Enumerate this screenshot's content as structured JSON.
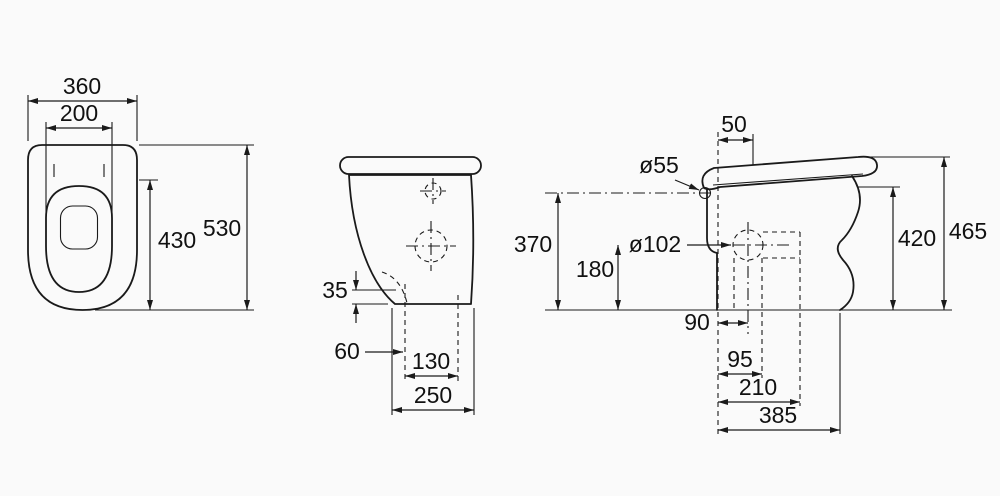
{
  "colors": {
    "ink": "#1a1a1a",
    "background": "#fafafa"
  },
  "top_view": {
    "overall_width": "360",
    "seat_opening_width": "200",
    "bowl_depth": "430",
    "overall_depth": "530"
  },
  "front_view": {
    "trap_height": "35",
    "side_offset": "60",
    "outlet_spacing": "130",
    "base_width": "250"
  },
  "side_view": {
    "rear_gap": "50",
    "inlet_diameter": "ø55",
    "inlet_height": "370",
    "outlet_diameter": "ø102",
    "outlet_height": "180",
    "outlet_rear_offset": "90",
    "vertical_outlet_offset": "95",
    "fixing_depth": "210",
    "base_depth": "385",
    "bowl_height": "420",
    "overall_height": "465"
  }
}
